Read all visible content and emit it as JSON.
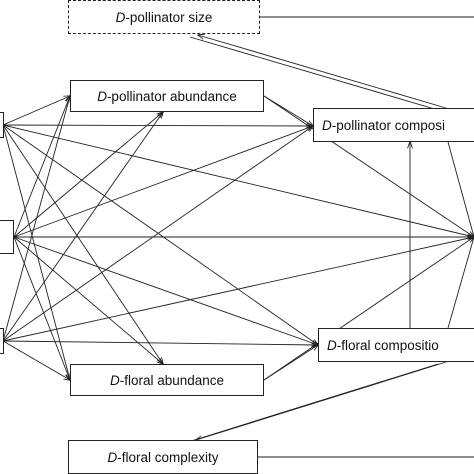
{
  "nodes": {
    "pollinator_size": {
      "prefix": "D",
      "label": "-pollinator size"
    },
    "pollinator_abundance": {
      "prefix": "D",
      "label": "-pollinator abundance"
    },
    "pollinator_composition": {
      "prefix": "D",
      "label": "-pollinator composi"
    },
    "floral_composition": {
      "prefix": "D",
      "label": "-floral compositio"
    },
    "floral_abundance": {
      "prefix": "D",
      "label": "-floral abundance"
    },
    "floral_complexity": {
      "prefix": "D",
      "label": "-floral complexity"
    }
  },
  "colors": {
    "line": "#222222",
    "background": "#ffffff"
  }
}
